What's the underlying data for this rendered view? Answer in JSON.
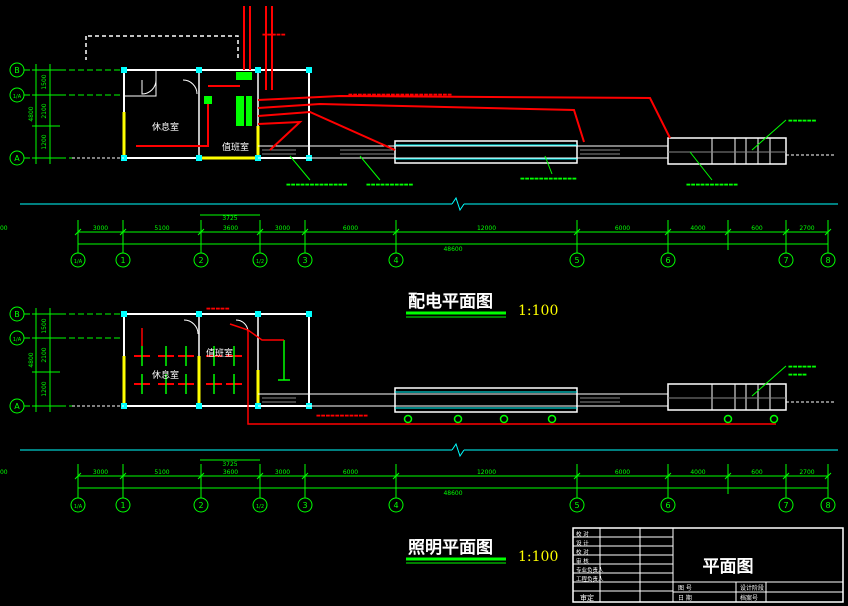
{
  "colors": {
    "background": "#000000",
    "wall": "#ffffff",
    "grid": "#00ff00",
    "power": "#ff0000",
    "column": "#00ffff",
    "highlight": "#ffff00",
    "text": "#ffffff"
  },
  "axes": {
    "horizontal": [
      "1/A",
      "1",
      "2",
      "1/2",
      "3",
      "4",
      "5",
      "6",
      "7",
      "8"
    ],
    "vertical": [
      "B",
      "1/A",
      "A"
    ]
  },
  "dimensions": {
    "segments": [
      "3000",
      "5100",
      "3600",
      "3000",
      "6000",
      "12000",
      "6000",
      "4000",
      "600",
      "2700",
      "3600"
    ],
    "sub": "3725",
    "total": "48600",
    "vertical": [
      "1500",
      "2100",
      "1200"
    ],
    "vertical_total": "4800"
  },
  "plans": {
    "power": {
      "title": "配电平面图",
      "scale": "1:100",
      "rooms": [
        "休息室",
        "值班室"
      ]
    },
    "lighting": {
      "title": "照明平面图",
      "scale": "1:100",
      "rooms": [
        "休息室",
        "值班室"
      ]
    }
  },
  "title_block": {
    "drawing_name": "平面图",
    "rows_left": [
      "校 对",
      "设 计",
      "校 对",
      "审 核",
      "专业负责人",
      "工程负责人"
    ],
    "bottom_left": "审定",
    "cells": [
      "图 号",
      "日 期",
      "设计阶段",
      "档案号"
    ]
  }
}
